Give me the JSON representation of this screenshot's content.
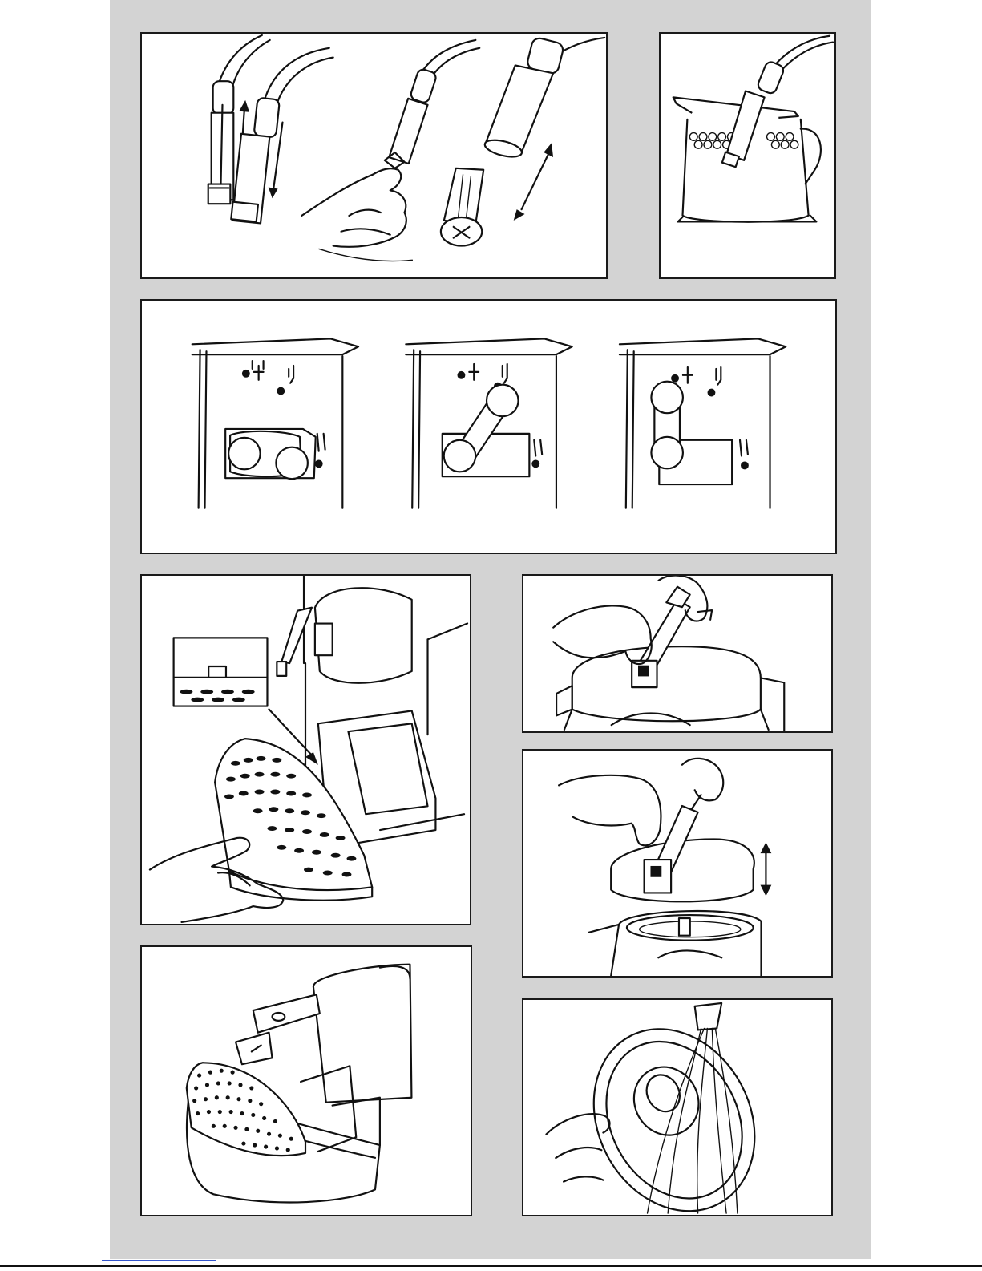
{
  "document": {
    "kind": "instruction-illustrations",
    "text": [],
    "link_color": "#3355cc",
    "page_background": "#d3d3d3",
    "panels": [
      {
        "id": "steam-nozzle-disassembly",
        "description_visible_text": ""
      },
      {
        "id": "nozzle-in-milk-jug",
        "description_visible_text": ""
      },
      {
        "id": "lever-positions",
        "description_visible_text": ""
      },
      {
        "id": "drip-tray-removal",
        "description_visible_text": ""
      },
      {
        "id": "filter-holder-lift",
        "description_visible_text": ""
      },
      {
        "id": "filter-holder-up-down",
        "description_visible_text": ""
      },
      {
        "id": "drip-tray-assembly",
        "description_visible_text": ""
      },
      {
        "id": "rinsing-under-tap",
        "description_visible_text": ""
      }
    ]
  }
}
